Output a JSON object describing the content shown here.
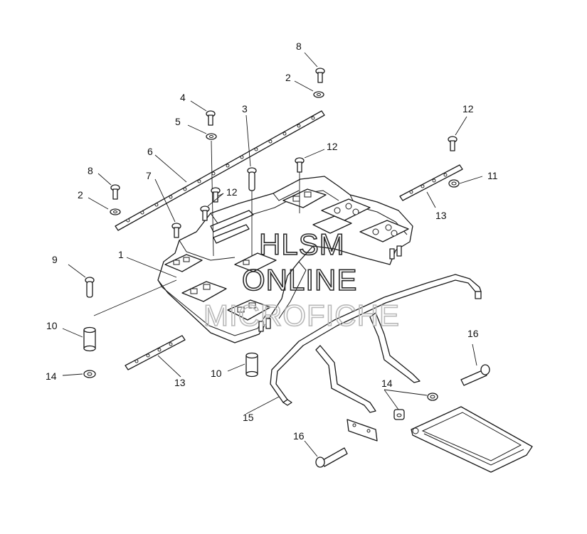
{
  "callouts": [
    {
      "id": "c8a",
      "label": "8"
    },
    {
      "id": "c2a",
      "label": "2"
    },
    {
      "id": "c4",
      "label": "4"
    },
    {
      "id": "c3",
      "label": "3"
    },
    {
      "id": "c5",
      "label": "5"
    },
    {
      "id": "c12a",
      "label": "12"
    },
    {
      "id": "c6",
      "label": "6"
    },
    {
      "id": "c12b",
      "label": "12"
    },
    {
      "id": "c8b",
      "label": "8"
    },
    {
      "id": "c7",
      "label": "7"
    },
    {
      "id": "c11",
      "label": "11"
    },
    {
      "id": "c12c",
      "label": "12"
    },
    {
      "id": "c2b",
      "label": "2"
    },
    {
      "id": "c13a",
      "label": "13"
    },
    {
      "id": "c1",
      "label": "1"
    },
    {
      "id": "c9",
      "label": "9"
    },
    {
      "id": "c10a",
      "label": "10"
    },
    {
      "id": "c16a",
      "label": "16"
    },
    {
      "id": "c14a",
      "label": "14"
    },
    {
      "id": "c13b",
      "label": "13"
    },
    {
      "id": "c10b",
      "label": "10"
    },
    {
      "id": "c14b",
      "label": "14"
    },
    {
      "id": "c15",
      "label": "15"
    },
    {
      "id": "c16b",
      "label": "16"
    }
  ],
  "watermark": {
    "line1": "HLSM",
    "line2": "ONLINE",
    "line3": "MICROFICHE"
  }
}
